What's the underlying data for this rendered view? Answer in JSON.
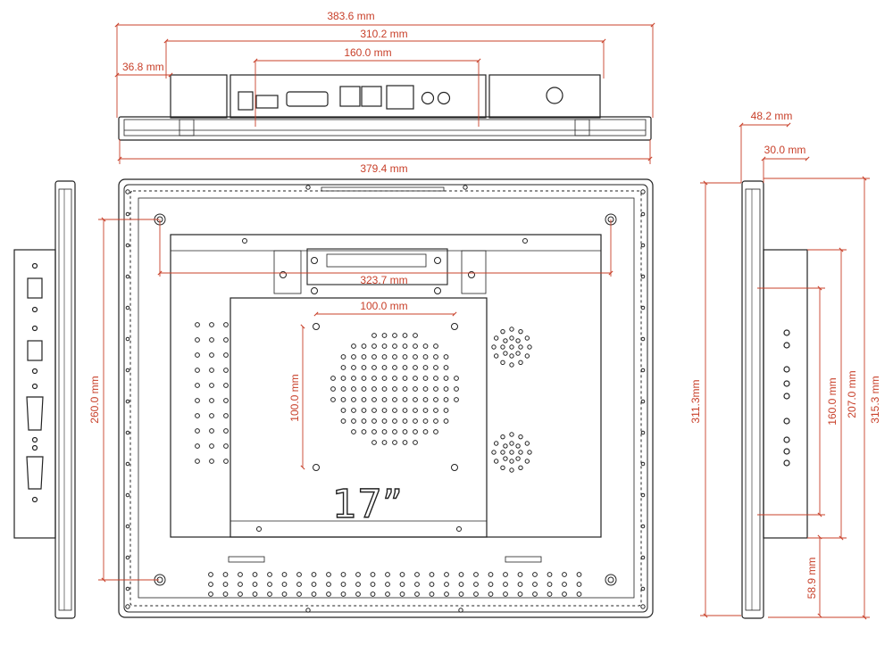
{
  "dimensions": {
    "top_overall_width": "383.6 mm",
    "top_inner_width": "310.2 mm",
    "top_offset": "36.8 mm",
    "top_ports_span": "160.0 mm",
    "top_body_width": "379.4 mm",
    "front_vesa_mount_span": "323.7 mm",
    "front_vesa_horizontal": "100.0 mm",
    "front_vesa_vertical": "100.0 mm",
    "front_mount_height": "260.0 mm",
    "side_depth_total": "48.2 mm",
    "side_depth_front": "30.0 mm",
    "side_height_body": "311.3mm",
    "side_height_total": "315.3 mm",
    "side_io_span": "160.0 mm",
    "side_box_height": "207.0 mm",
    "side_bottom_offset": "58.9 mm"
  },
  "size_label": "17”",
  "colors": {
    "dimension": "#c8402a",
    "line": "#222222"
  }
}
